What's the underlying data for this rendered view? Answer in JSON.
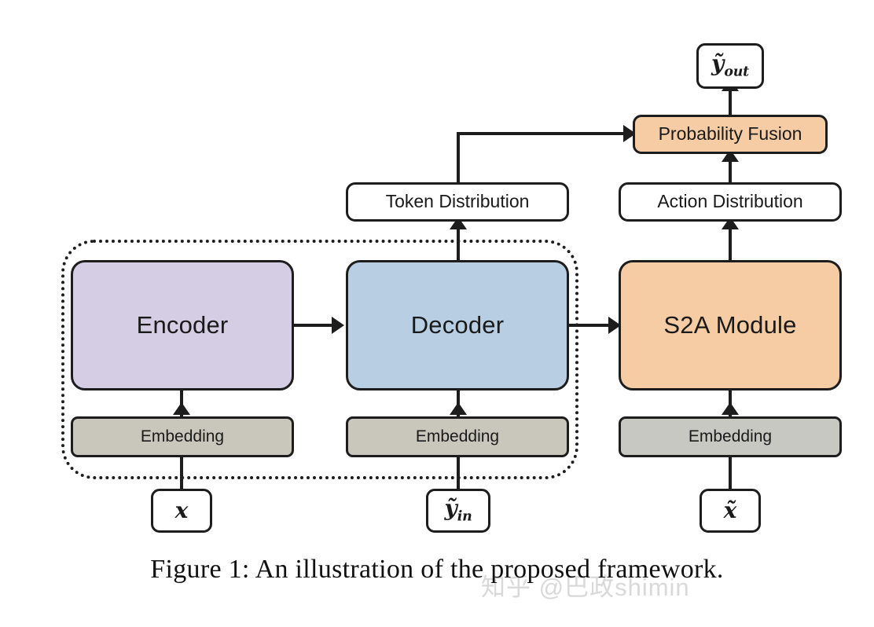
{
  "figure": {
    "caption": "Figure 1: An illustration of the proposed framework.",
    "watermark": "知乎 @巴政shimin"
  },
  "colors": {
    "encoder": "#d5cde3",
    "decoder": "#b8cee3",
    "s2a": "#f5cca4",
    "embedding": "#c9c7bb",
    "fusion": "#f5cca4",
    "stroke": "#1d1d1d",
    "node_fill": "#ffffff",
    "watermark": "#d9d9d9"
  },
  "nodes": {
    "output": {
      "base": "ỹ",
      "sub": "out"
    },
    "fusion": {
      "label": "Probability Fusion"
    },
    "token_distribution": {
      "label": "Token Distribution"
    },
    "action_distribution": {
      "label": "Action Distribution"
    },
    "encoder": {
      "label": "Encoder"
    },
    "decoder": {
      "label": "Decoder"
    },
    "s2a": {
      "label": "S2A Module"
    },
    "embedding_encoder": {
      "label": "Embedding"
    },
    "embedding_decoder": {
      "label": "Embedding"
    },
    "embedding_s2a": {
      "label": "Embedding"
    },
    "input_x": {
      "base": "x",
      "sub": ""
    },
    "input_y_in": {
      "base": "ỹ",
      "sub": "in"
    },
    "input_x_tilde": {
      "base": "x̃",
      "sub": ""
    }
  },
  "chart_data": {
    "type": "diagram",
    "title": "An illustration of the proposed framework",
    "nodes": [
      {
        "id": "x",
        "label": "x",
        "column": 1,
        "row": "input",
        "fill": "#ffffff"
      },
      {
        "id": "embedding_encoder",
        "label": "Embedding",
        "column": 1,
        "row": "embedding",
        "fill": "#c9c7bb"
      },
      {
        "id": "encoder",
        "label": "Encoder",
        "column": 1,
        "row": "module",
        "fill": "#d5cde3"
      },
      {
        "id": "y_in",
        "label": "ỹ_in",
        "column": 2,
        "row": "input",
        "fill": "#ffffff"
      },
      {
        "id": "embedding_decoder",
        "label": "Embedding",
        "column": 2,
        "row": "embedding",
        "fill": "#c9c7bb"
      },
      {
        "id": "decoder",
        "label": "Decoder",
        "column": 2,
        "row": "module",
        "fill": "#b8cee3"
      },
      {
        "id": "token_distribution",
        "label": "Token Distribution",
        "column": 2,
        "row": "distribution",
        "fill": "#ffffff"
      },
      {
        "id": "x_tilde",
        "label": "x̃",
        "column": 3,
        "row": "input",
        "fill": "#ffffff"
      },
      {
        "id": "embedding_s2a",
        "label": "Embedding",
        "column": 3,
        "row": "embedding",
        "fill": "#c9c7bb"
      },
      {
        "id": "s2a",
        "label": "S2A Module",
        "column": 3,
        "row": "module",
        "fill": "#f5cca4"
      },
      {
        "id": "action_distribution",
        "label": "Action Distribution",
        "column": 3,
        "row": "distribution",
        "fill": "#ffffff"
      },
      {
        "id": "fusion",
        "label": "Probability Fusion",
        "column": 3,
        "row": "fusion",
        "fill": "#f5cca4"
      },
      {
        "id": "y_out",
        "label": "ỹ_out",
        "column": 3,
        "row": "output",
        "fill": "#ffffff"
      }
    ],
    "edges": [
      {
        "from": "x",
        "to": "embedding_encoder",
        "dir": "up"
      },
      {
        "from": "embedding_encoder",
        "to": "encoder",
        "dir": "up"
      },
      {
        "from": "encoder",
        "to": "decoder",
        "dir": "right"
      },
      {
        "from": "y_in",
        "to": "embedding_decoder",
        "dir": "up"
      },
      {
        "from": "embedding_decoder",
        "to": "decoder",
        "dir": "up"
      },
      {
        "from": "decoder",
        "to": "token_distribution",
        "dir": "up"
      },
      {
        "from": "decoder",
        "to": "s2a",
        "dir": "right"
      },
      {
        "from": "token_distribution",
        "to": "fusion",
        "dir": "elbow-up-right"
      },
      {
        "from": "x_tilde",
        "to": "embedding_s2a",
        "dir": "up"
      },
      {
        "from": "embedding_s2a",
        "to": "s2a",
        "dir": "up"
      },
      {
        "from": "s2a",
        "to": "action_distribution",
        "dir": "up"
      },
      {
        "from": "action_distribution",
        "to": "fusion",
        "dir": "up"
      },
      {
        "from": "fusion",
        "to": "y_out",
        "dir": "up"
      }
    ],
    "groups": [
      {
        "label": "",
        "style": "dotted",
        "members": [
          "x",
          "embedding_encoder",
          "encoder",
          "y_in",
          "embedding_decoder",
          "decoder"
        ]
      }
    ]
  }
}
